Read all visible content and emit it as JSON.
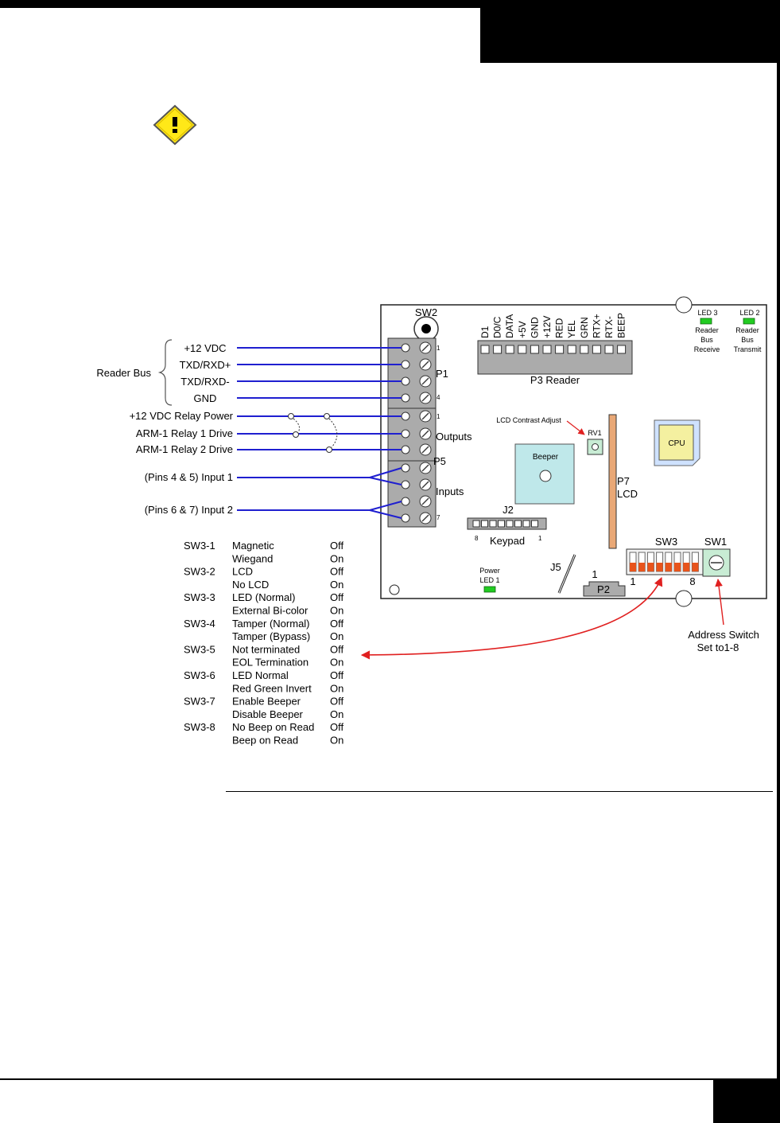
{
  "board": {
    "sw2": "SW2",
    "p1": "P1",
    "p5": "P5",
    "p3": "P3  Reader",
    "outputs": "Outputs",
    "inputs": "Inputs",
    "lcd_contrast": "LCD Contrast Adjust",
    "rv1": "RV1",
    "beeper": "Beeper",
    "cpu": "CPU",
    "p7": "P7",
    "lcd": "LCD",
    "j2": "J2",
    "keypad": "Keypad",
    "keypad_pin8": "8",
    "keypad_pin1": "1",
    "j5": "J5",
    "p2": "P2",
    "p2_pin1": "1",
    "sw3": "SW3",
    "sw3_pin1": "1",
    "sw3_pin8": "8",
    "sw1": "SW1",
    "power_led": [
      "Power",
      "LED 1"
    ],
    "led3": [
      "LED 3",
      "Reader",
      "Bus",
      "Receive"
    ],
    "led2": [
      "LED 2",
      "Reader",
      "Bus",
      "Transmit"
    ],
    "reader_pins": [
      "D1",
      "D0/C",
      "DATA",
      "+5V",
      "GND",
      "+12V",
      "RED",
      "YEL",
      "GRN",
      "RTX+",
      "RTX-",
      "BEEP"
    ],
    "pin_numbers": [
      "1",
      "4",
      "1",
      "7"
    ]
  },
  "wiring": {
    "reader_bus": "Reader Bus",
    "reader_signals": [
      "+12 VDC",
      "TXD/RXD+",
      "TXD/RXD-",
      "GND"
    ],
    "relay_signals": [
      "+12 VDC Relay Power",
      "ARM-1 Relay 1 Drive",
      "ARM-1 Relay 2 Drive"
    ],
    "inputs": [
      "(Pins 4 & 5) Input 1",
      "(Pins 6 & 7) Input 2"
    ]
  },
  "sw3_table": [
    [
      "SW3-1",
      "Magnetic",
      "Off"
    ],
    [
      "",
      "Wiegand",
      "On"
    ],
    [
      "SW3-2",
      "LCD",
      "Off"
    ],
    [
      "",
      "No LCD",
      "On"
    ],
    [
      "SW3-3",
      "LED (Normal)",
      "Off"
    ],
    [
      "",
      "External Bi-color",
      "On"
    ],
    [
      "SW3-4",
      "Tamper (Normal)",
      "Off"
    ],
    [
      "",
      "Tamper (Bypass)",
      "On"
    ],
    [
      "SW3-5",
      "Not terminated",
      "Off"
    ],
    [
      "",
      "EOL Termination",
      "On"
    ],
    [
      "SW3-6",
      "LED Normal",
      "Off"
    ],
    [
      "",
      "Red Green Invert",
      "On"
    ],
    [
      "SW3-7",
      "Enable Beeper",
      "Off"
    ],
    [
      "",
      "Disable Beeper",
      "On"
    ],
    [
      "SW3-8",
      "No Beep on Read",
      "Off"
    ],
    [
      "",
      "Beep on Read",
      "On"
    ]
  ],
  "address_switch": [
    "Address Switch",
    "Set to1-8"
  ],
  "colors": {
    "wire": "#1f1fd0",
    "arrow": "#e02020",
    "led": "#22cc22",
    "dip": "#e8541c",
    "lcd_strip": "#e9a876",
    "beeper": "#bfe8ea",
    "cpu": "#f4f0a0",
    "warning": "#ffe818"
  },
  "icons": [
    "warning-icon"
  ]
}
